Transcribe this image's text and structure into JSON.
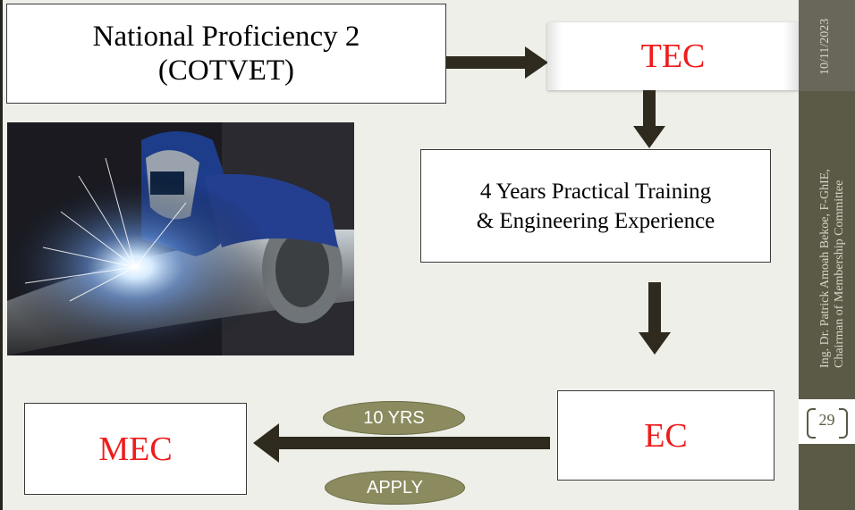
{
  "boxes": {
    "national": {
      "line1": "National Proficiency 2",
      "line2": "(COTVET)"
    },
    "tec": "TEC",
    "training": {
      "line1": "4 Years Practical Training",
      "line2": "& Engineering Experience"
    },
    "ec": "EC",
    "mec": "MEC"
  },
  "ovals": {
    "years": "10 YRS",
    "apply": "APPLY"
  },
  "sidebar": {
    "date": "10/11/2023",
    "author_line1": "Ing. Dr. Patrick Amoah Bekoe, F-GhIE,",
    "author_line2": "Chairman of Membership Committee",
    "page_number": "29"
  },
  "colors": {
    "accent_text": "#ee1c1c",
    "oval": "#8b8b5f",
    "sidebar": "#5b5a47",
    "arrow": "#2e2a1e"
  }
}
